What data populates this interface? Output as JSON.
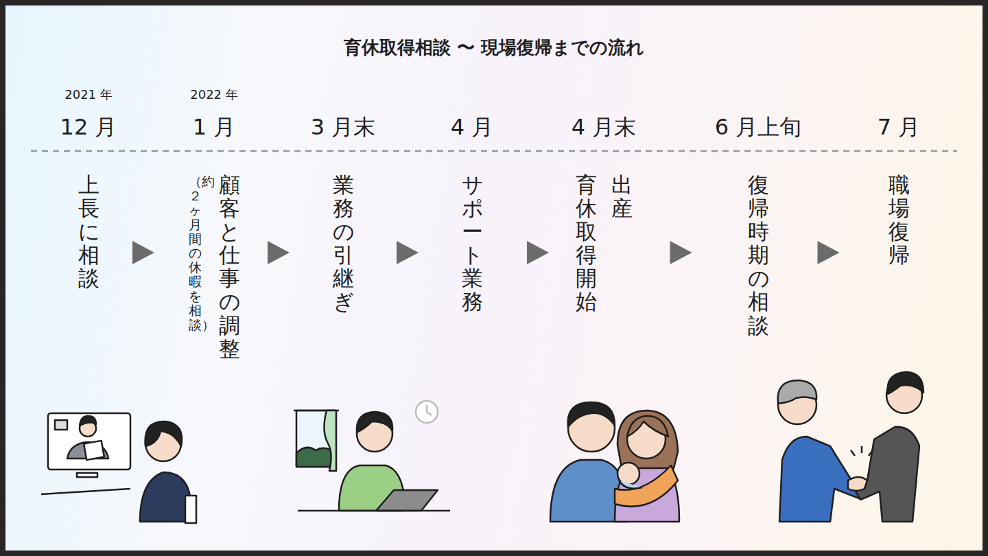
{
  "diagram": {
    "title": "育休取得相談 〜 現場復帰までの流れ",
    "nodes": [
      {
        "text": [
          "2021 年",
          "12 月",
          "上長に相談"
        ]
      },
      {
        "text": [
          "2022 年",
          "1 月",
          "顧客と仕事の調整",
          "（約２ヶ月間の休暇を相談）"
        ]
      },
      {
        "text": [
          "3 月末",
          "業務の引継ぎ"
        ]
      },
      {
        "text": [
          "4 月",
          "サポート業務"
        ]
      },
      {
        "text": [
          "4 月末",
          "出産",
          "育休取得開始"
        ]
      },
      {
        "text": [
          "6 月上旬",
          "復帰時期の相談"
        ]
      },
      {
        "text": [
          "7 月",
          "職場復帰"
        ]
      }
    ],
    "edges": [
      {
        "from": 0,
        "to": 1,
        "arrow": "to"
      },
      {
        "from": 1,
        "to": 2,
        "arrow": "to"
      },
      {
        "from": 2,
        "to": 3,
        "arrow": "to"
      },
      {
        "from": 3,
        "to": 4,
        "arrow": "to"
      },
      {
        "from": 4,
        "to": 5,
        "arrow": "to"
      },
      {
        "from": 5,
        "to": 6,
        "arrow": "to"
      }
    ]
  }
}
